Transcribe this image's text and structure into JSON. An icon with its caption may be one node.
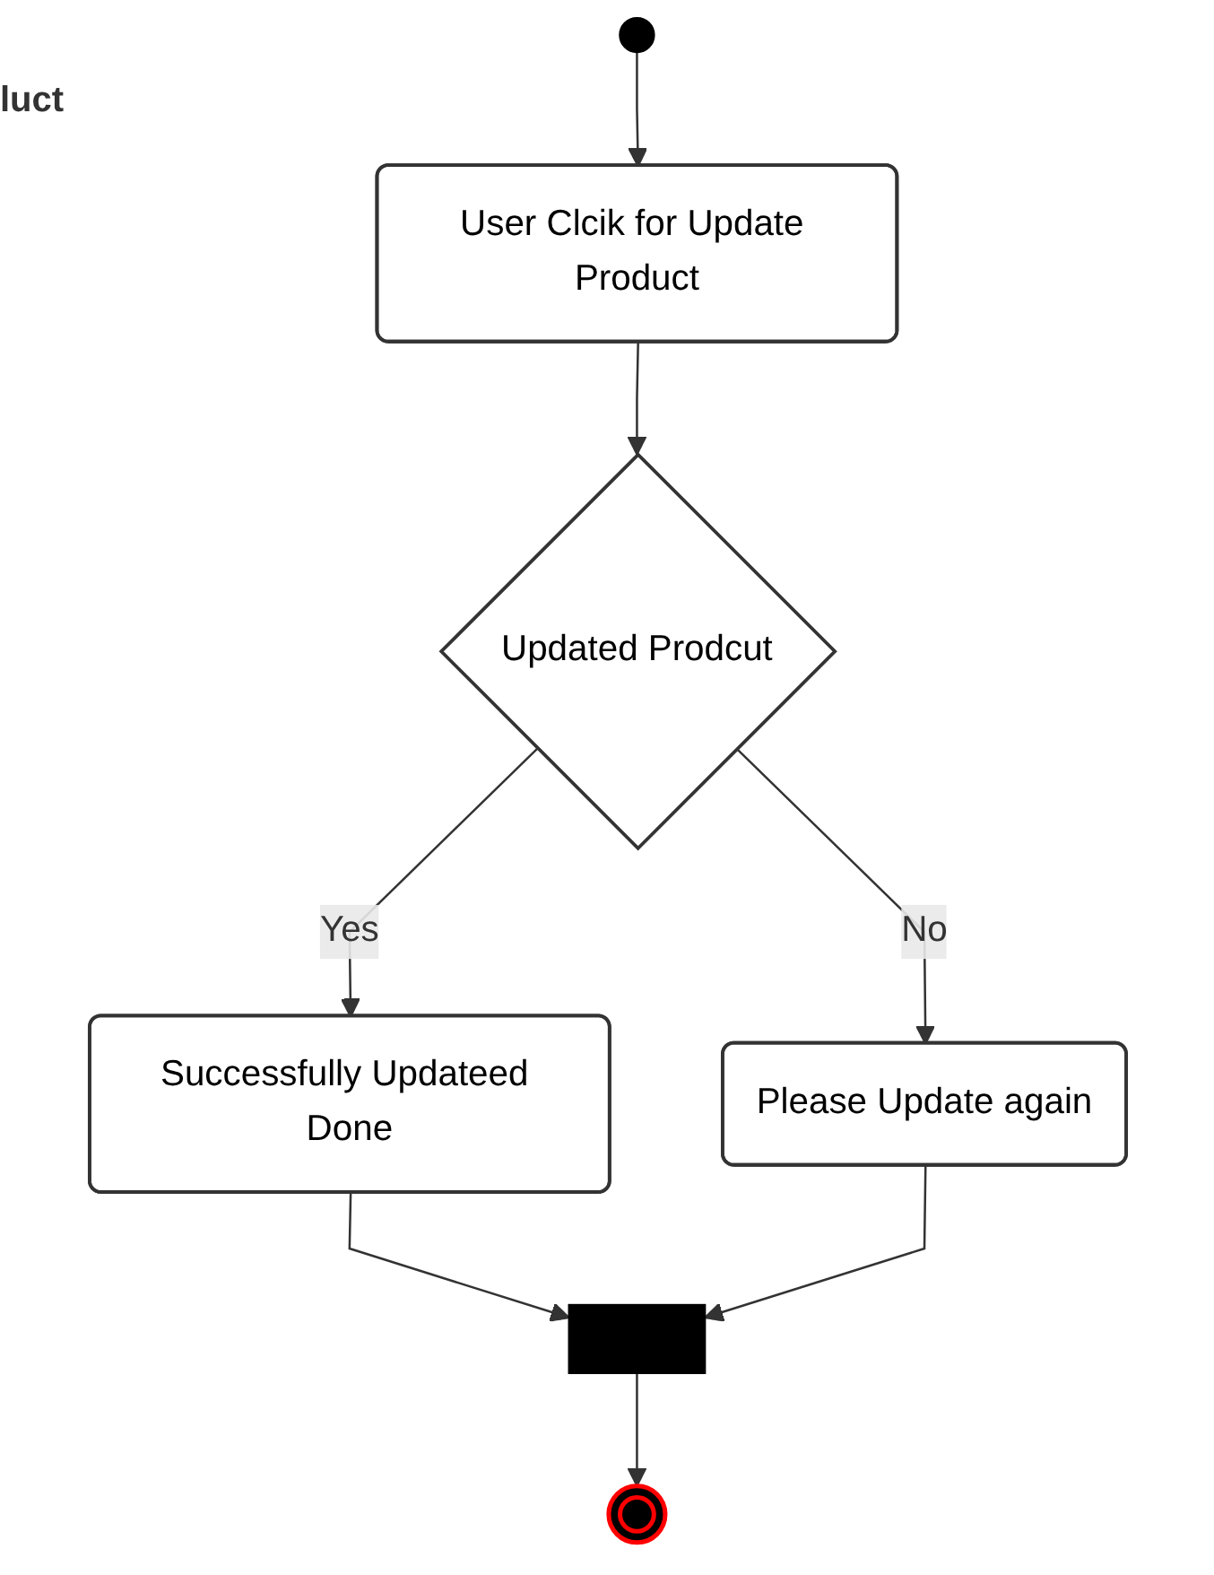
{
  "diagram": {
    "title": "luct",
    "nodes": [
      {
        "text": [],
        "shape": "circle"
      },
      {
        "text": [
          "User Clcik for Update Product"
        ]
      },
      {
        "text": [
          "Updated Prodcut"
        ]
      },
      {
        "text": [
          "Please Update again"
        ]
      },
      {
        "text": [
          "Successfully Updateed Done"
        ]
      },
      {
        "text": [],
        "shape": "bar"
      },
      {
        "text": [],
        "shape": "circle"
      }
    ],
    "edges": [
      {
        "from": 0,
        "to": 1,
        "arrow": "to"
      },
      {
        "from": 1,
        "to": 2,
        "arrow": "to"
      },
      {
        "from": 2,
        "to": 3,
        "arrow": "to",
        "label": "No"
      },
      {
        "from": 2,
        "to": 4,
        "arrow": "to",
        "label": "Yes"
      },
      {
        "from": 4,
        "to": 5,
        "arrow": "to"
      },
      {
        "from": 3,
        "to": 5,
        "arrow": "to"
      },
      {
        "from": 5,
        "to": 6,
        "arrow": "to"
      }
    ]
  }
}
